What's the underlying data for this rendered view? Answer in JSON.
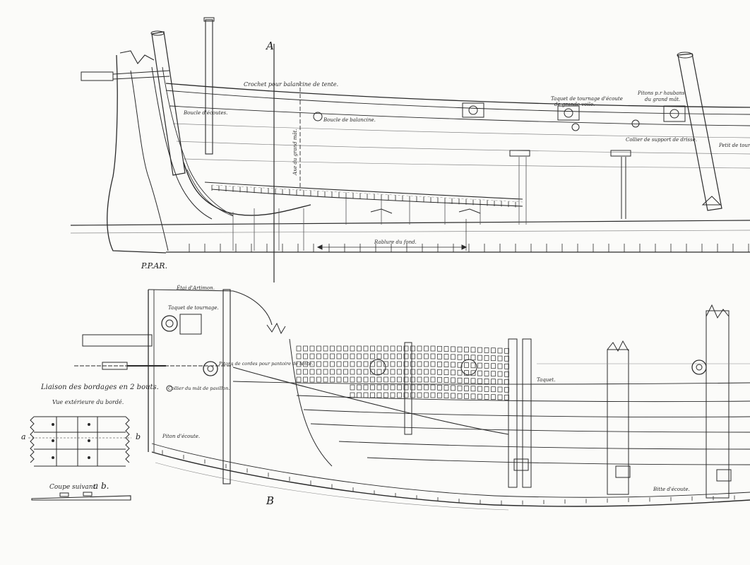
{
  "labels": {
    "section_a": "A",
    "section_b": "B",
    "ppar": "P.P.AR.",
    "crochet_balancine": "Crochet pour balancine de tente.",
    "taquet_tournage_ecoute": "Taquet de tournage d'écoute",
    "de_grande_voile": "de grande voile.",
    "pitons_haubans": "Pitons p.r haubans",
    "du_grand_mat": "du grand mât.",
    "boucle_ecoutes": "Boucle d'écoutes.",
    "boucle_balancine": "Boucle de balancine.",
    "collier_support_drisse": "Collier de support de drisse.",
    "petit_tournage": "Petit de tourn.",
    "rablure_fond": "Rablure du fond.",
    "vertical_dim": "Axe du grand mât.",
    "etai_artimon": "Étai d'Artimon.",
    "taquet_tournage": "Taquet de tournage.",
    "pitons_cordes_pantoire": "Pitons de cordes pour pantoire de tente.",
    "collier_mat_pavillon": "Collier du mât de pavillon.",
    "piton_ecoute": "Piton d'écoute.",
    "taquet_small": "Taquet.",
    "bitte_ecoute": "Bitte d'écoute.",
    "inset_title": "Liaison des bordages en 2 bouts.",
    "inset_subtitle": "Vue extérieure du bordé.",
    "inset_a": "a",
    "inset_b": "b",
    "coupe_suivant": "Coupe suivant",
    "coupe_ab": "a b."
  },
  "colors": {
    "ink": "#2b2b2b",
    "ink_light": "#8a8a8a",
    "paper": "#fbfbf9"
  }
}
